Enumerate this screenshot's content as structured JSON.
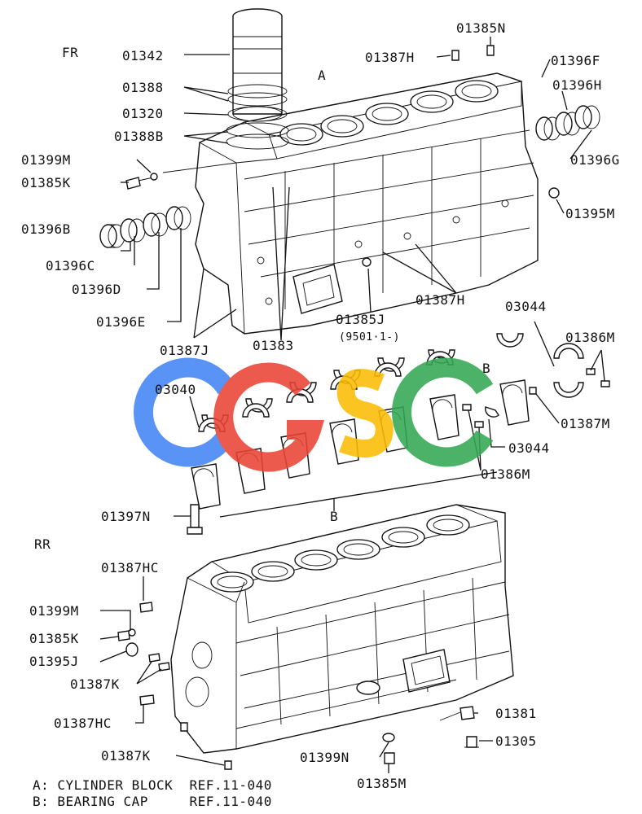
{
  "orientation": {
    "front": "FR",
    "rear": "RR"
  },
  "group_markers": {
    "a": "A",
    "b_top": "B",
    "b_bottom": "B"
  },
  "parts": {
    "p01342": "01342",
    "p01388": "01388",
    "p01320": "01320",
    "p01388B": "01388B",
    "p01399M": "01399M",
    "p01385K": "01385K",
    "p01396B": "01396B",
    "p01396C": "01396C",
    "p01396D": "01396D",
    "p01396E": "01396E",
    "p01387J": "01387J",
    "p01383": "01383",
    "p01385J": "01385J",
    "p01385J_note": "(9501·1-)",
    "p01387H_top": "01387H",
    "p01385N": "01385N",
    "p01396F": "01396F",
    "p01396H": "01396H",
    "p01396G": "01396G",
    "p01395M": "01395M",
    "p01387H_mid": "01387H",
    "p03044_top": "03044",
    "p01386M_top": "01386M",
    "p01387M": "01387M",
    "p03040": "03040",
    "p03044_bottom": "03044",
    "p01386M_bottom": "01386M",
    "p01397N": "01397N",
    "p01387HC_top": "01387HC",
    "p01399M_rr": "01399M",
    "p01385K_rr": "01385K",
    "p01395J": "01395J",
    "p01387K_top": "01387K",
    "p01387HC_bottom": "01387HC",
    "p01387K_bottom": "01387K",
    "p01381": "01381",
    "p01305": "01305",
    "p01399N": "01399N",
    "p01385M": "01385M"
  },
  "legend": [
    {
      "text": "A: CYLINDER BLOCK  REF.11-040"
    },
    {
      "text": "B: BEARING CAP     REF.11-040"
    }
  ],
  "watermark": {
    "text": "CGSC",
    "colors": [
      "#4285F4",
      "#EA4335",
      "#FBBC05",
      "#34A853"
    ]
  }
}
